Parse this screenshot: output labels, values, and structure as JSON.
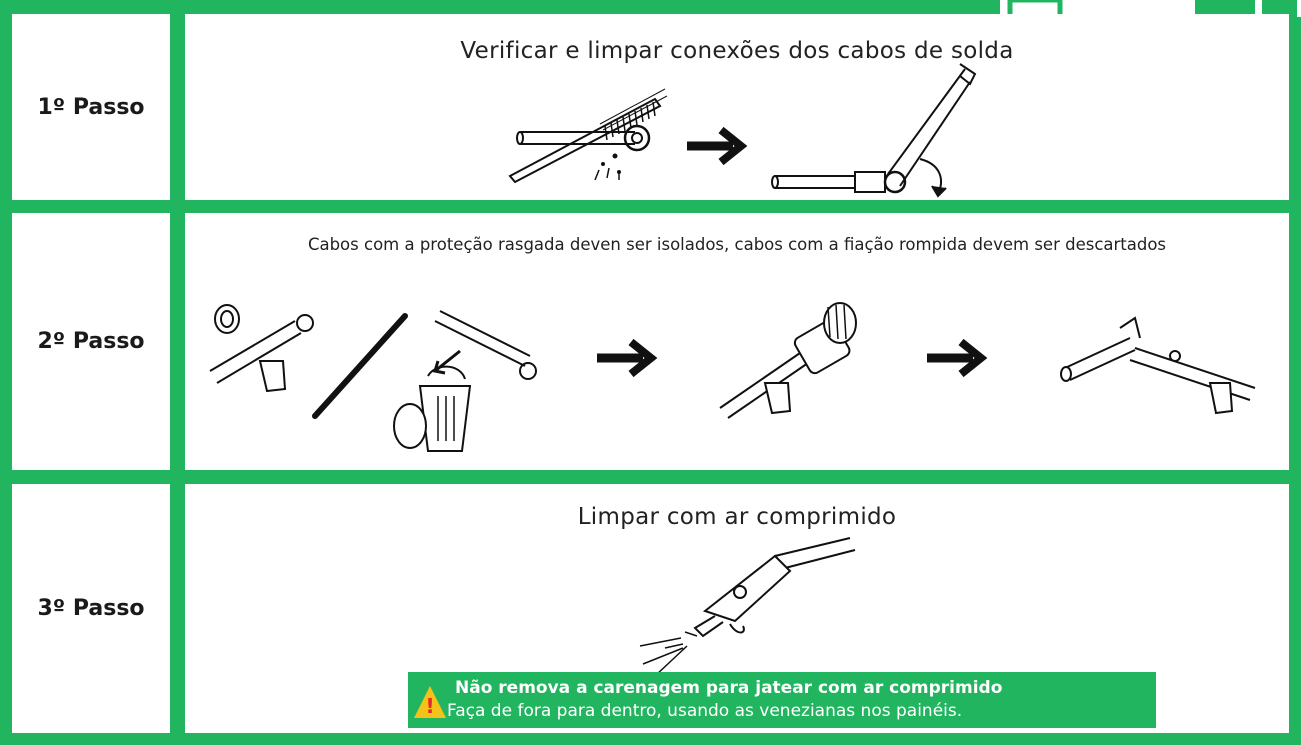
{
  "steps": [
    {
      "label": "1º Passo",
      "title": "Verificar e limpar conexões dos cabos de solda"
    },
    {
      "label": "2º Passo",
      "title": "Cabos com a proteção rasgada deven ser isolados, cabos com a fiação rompida devem ser descartados"
    },
    {
      "label": "3º Passo",
      "title": "Limpar com ar comprimido"
    }
  ],
  "warning": {
    "bold": "Não remova a carenagem para jatear com ar comprimido",
    "text": "Faça de fora para dentro, usando as venezianas nos painéis.",
    "icon": "warning-triangle-icon",
    "symbol": "!"
  },
  "colors": {
    "frame": "#22b560",
    "warning_bg": "#22b560",
    "warning_triangle": "#f5c21a",
    "warning_mark": "#e8262b"
  },
  "icons": [
    "wire-brush-icon",
    "arrow-right-icon",
    "wrench-icon",
    "tape-roll-icon",
    "trash-can-icon",
    "cable-connector-icon",
    "welding-torch-icon",
    "air-gun-icon"
  ]
}
